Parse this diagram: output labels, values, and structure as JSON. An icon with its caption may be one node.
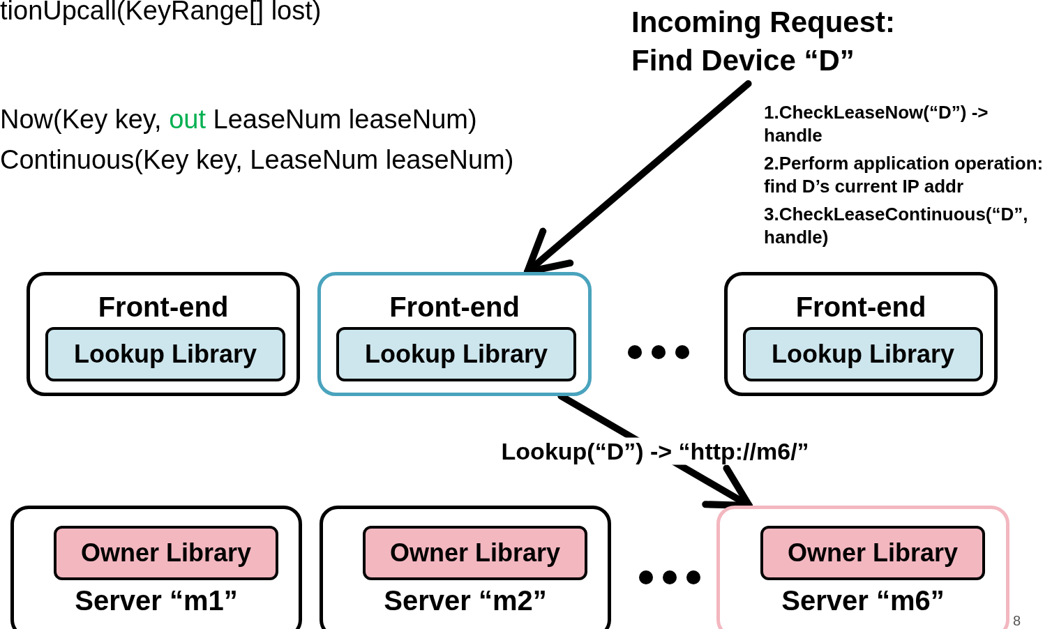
{
  "diagram": {
    "nodes": [
      {
        "text": [
          "Incoming Request: Find Device “D”"
        ]
      },
      {
        "text": [
          "Front-end"
        ]
      },
      {
        "text": [
          "Lookup Library"
        ],
        "in": 1
      },
      {
        "text": [
          "Front-end"
        ]
      },
      {
        "text": [
          "Lookup Library"
        ],
        "in": 3
      },
      {
        "text": [
          "Front-end"
        ]
      },
      {
        "text": [
          "Lookup Library"
        ],
        "in": 5
      },
      {
        "text": [
          "Server “m1”"
        ]
      },
      {
        "text": [
          "Owner Library"
        ],
        "in": 7
      },
      {
        "text": [
          "Server “m2”"
        ]
      },
      {
        "text": [
          "Owner Library"
        ],
        "in": 9
      },
      {
        "text": [
          "Server “m6”"
        ]
      },
      {
        "text": [
          "Owner Library"
        ],
        "in": 11
      }
    ],
    "edges": [
      {
        "from": 0,
        "to": 3,
        "arrow": "to"
      },
      {
        "from": 3,
        "to": 11,
        "arrow": "to",
        "label": "Lookup(“D”) -> “http://m6/”"
      }
    ],
    "labels": [
      "tionUpcall(KeyRange[] lost)",
      "Now(Key key, *out* LeaseNum leaseNum)",
      "Continuous(Key key, LeaseNum leaseNum)",
      "1.CheckLeaseNow(“D”) -> handle",
      "2.Perform application operation: find D’s current IP addr",
      "3.CheckLeaseContinuous(“D”, handle)",
      "8"
    ]
  }
}
